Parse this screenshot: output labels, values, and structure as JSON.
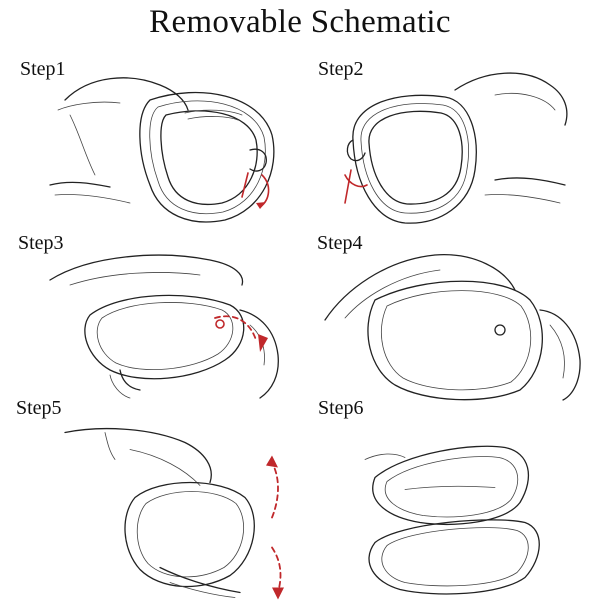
{
  "title": "Removable Schematic",
  "steps": [
    {
      "label": "Step1"
    },
    {
      "label": "Step2"
    },
    {
      "label": "Step3"
    },
    {
      "label": "Step4"
    },
    {
      "label": "Step5"
    },
    {
      "label": "Step6"
    }
  ],
  "accent_color": "#c0282b"
}
